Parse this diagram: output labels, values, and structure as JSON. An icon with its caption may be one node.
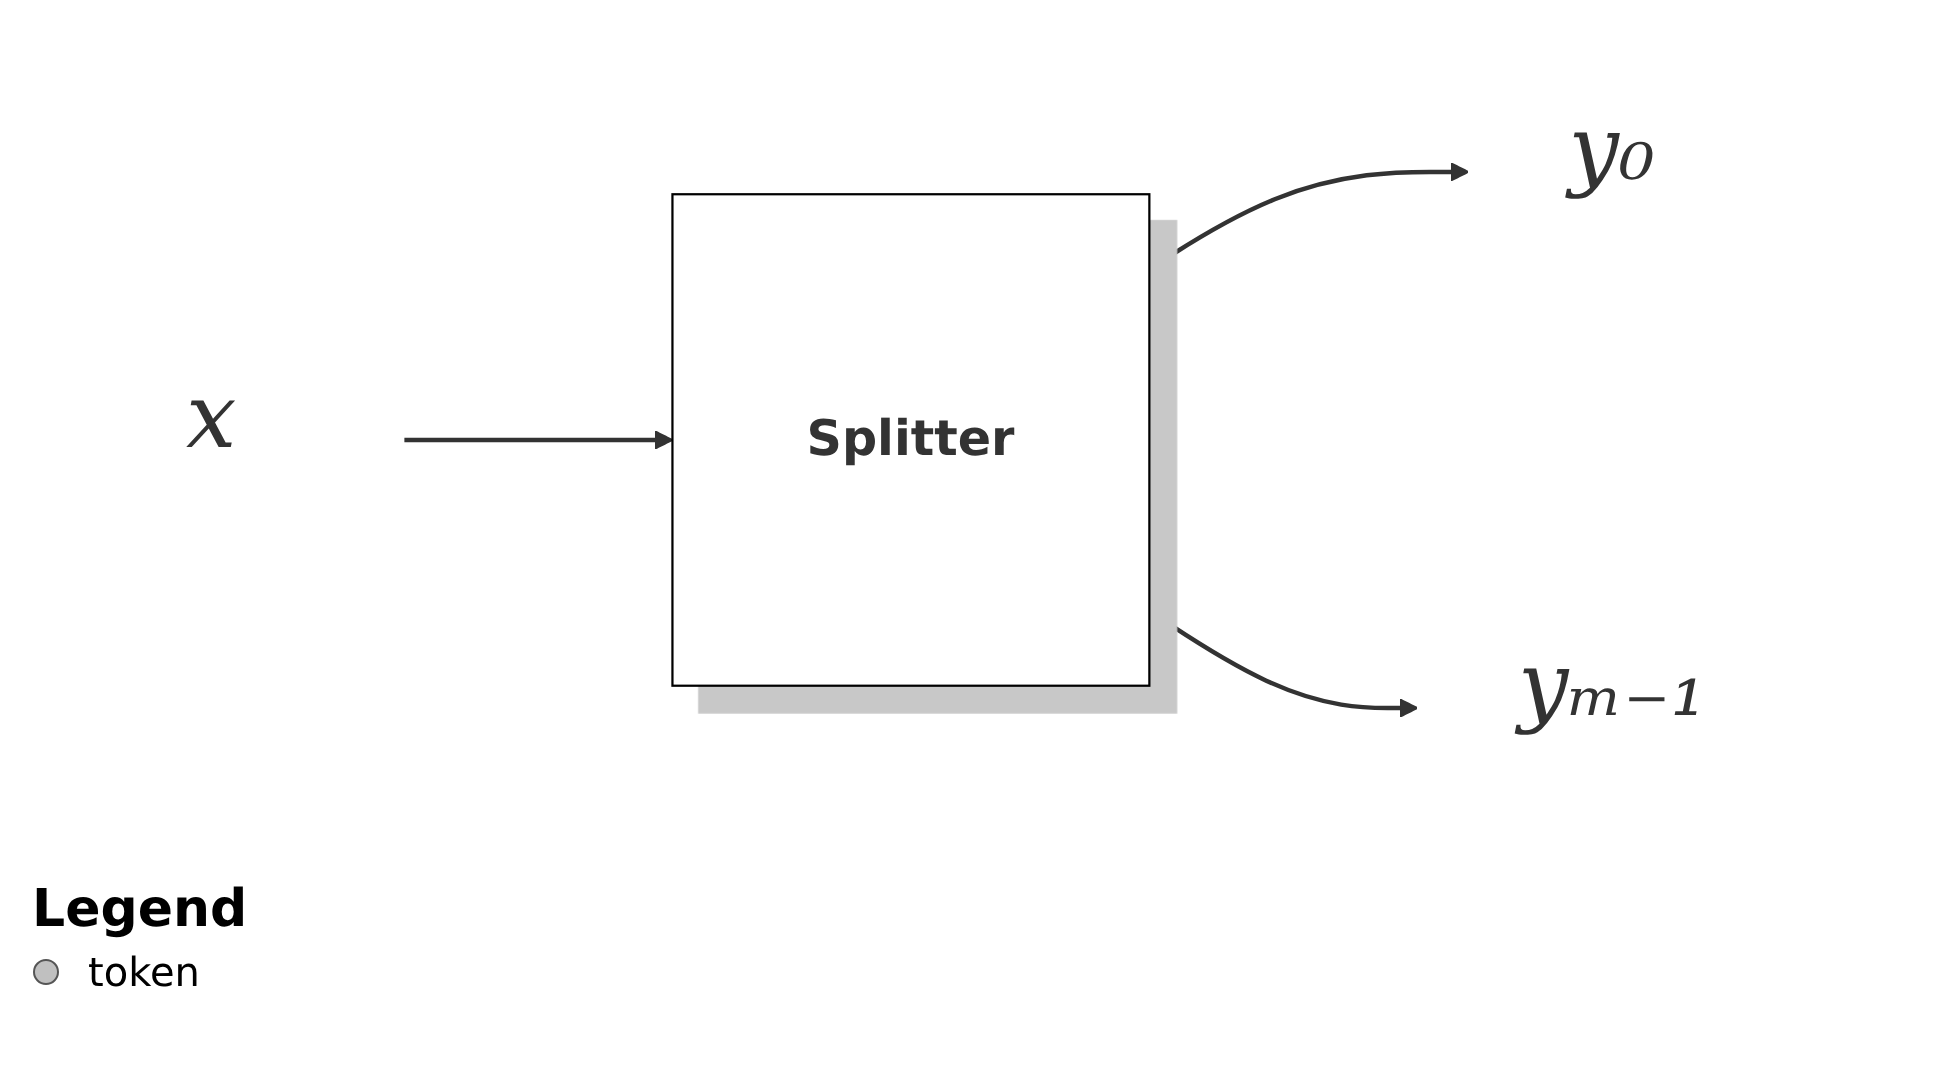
{
  "diagram": {
    "nodes": [
      {
        "text": [
          "x"
        ]
      },
      {
        "text": [
          "Splitter"
        ]
      },
      {
        "text": [
          "y₀"
        ]
      },
      {
        "text": [
          "yₘ₋₁"
        ]
      }
    ],
    "edges": [
      {
        "from": 0,
        "to": 1,
        "arrow": "to"
      },
      {
        "from": 1,
        "to": 2,
        "arrow": "to"
      },
      {
        "from": 1,
        "to": 3,
        "arrow": "to"
      }
    ],
    "labels": [
      "Legend"
    ],
    "legend": [
      {
        "text": "token"
      }
    ]
  }
}
